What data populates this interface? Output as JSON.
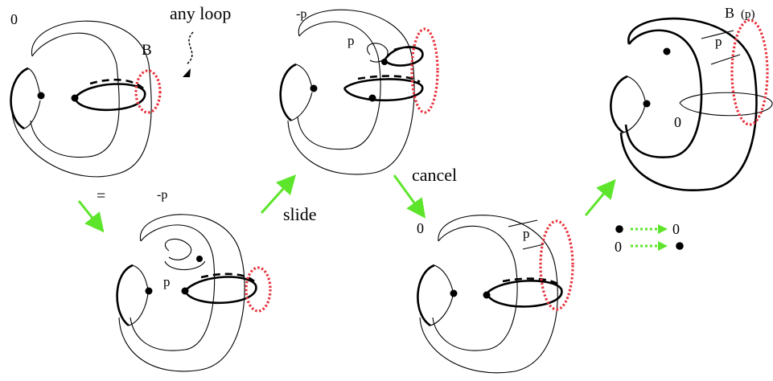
{
  "labels": {
    "p1_framing": "0",
    "p1_b": "B",
    "any_loop": "any loop",
    "p2_equals": "=",
    "p2_framing": "-p",
    "p2_p": "p",
    "p3_framing": "-p",
    "p3_p": "p",
    "slide": "slide",
    "cancel": "cancel",
    "p4_framing": "0",
    "p4_p": "p",
    "p5_b": "B",
    "p5_bp": "(p)",
    "p5_p": "p",
    "p5_zero": "0",
    "legend_to_zero": "0",
    "legend_zero": "0"
  },
  "colors": {
    "arrow": "#5de52b",
    "loop": "#e8323c",
    "ink": "#000000"
  }
}
